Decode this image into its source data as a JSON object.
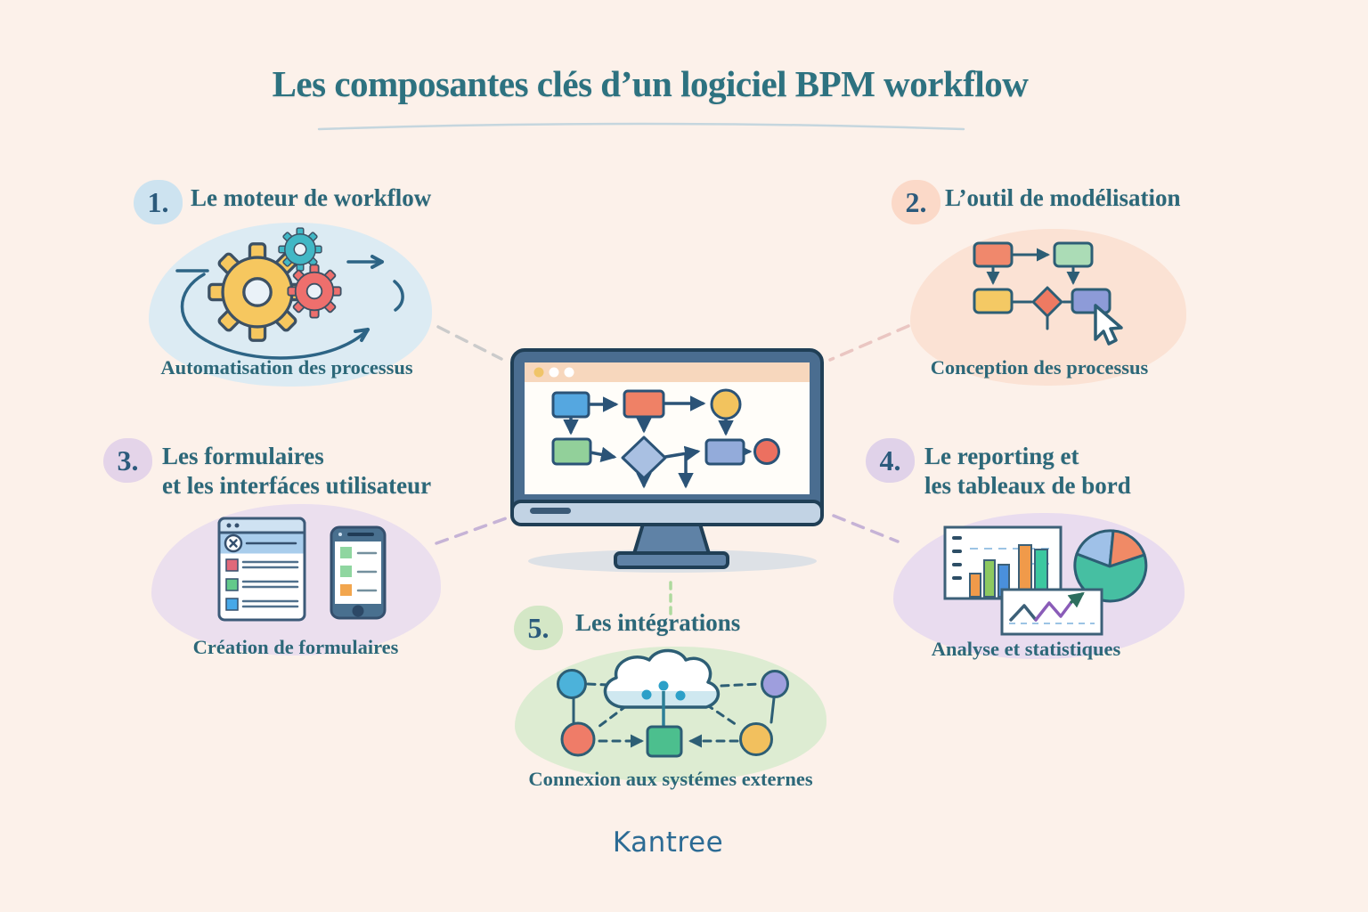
{
  "title": "Les composantes clés d’un logiciel BPM workflow",
  "brand": "Kantree",
  "components": [
    {
      "number": "1.",
      "label": "Le moteur de workflow",
      "caption": "Automatisation des processus",
      "icon": "gears-automation-icon"
    },
    {
      "number": "2.",
      "label": "L’outil de modélisation",
      "caption": "Conception des processus",
      "icon": "flowchart-cursor-icon"
    },
    {
      "number": "3.",
      "label": "Les formulaires\net les interfáces utilisateur",
      "caption": "Création de formulaires",
      "icon": "form-devices-icon"
    },
    {
      "number": "4.",
      "label": "Le reporting et\nles tableaux de bord",
      "caption": "Analyse et statistiques",
      "icon": "charts-dashboard-icon"
    },
    {
      "number": "5.",
      "label": "Les intégrations",
      "caption": "Connexion aux systémes externes",
      "icon": "cloud-integrations-icon"
    }
  ],
  "center_illustration": "monitor-with-bpm-flowchart",
  "colors": {
    "background": "#fcf1ea",
    "title_text": "#2d7280",
    "heading_text": "#2c6879",
    "number_text": "#2b5a7c",
    "caption_text": "#2c6879",
    "brand_text": "#2c6b94",
    "blob_1": "#dcebf3",
    "blob_2": "#fbe2d4",
    "blob_3": "#ebdfee",
    "blob_4": "#e9dcef",
    "blob_5": "#ddecd2",
    "badge_1": "#cde3f0",
    "badge_2": "#fbd9c8",
    "badge_3": "#e4d4e9",
    "badge_4": "#e0d2e9",
    "badge_5": "#d4e7c6",
    "connector_1": "#cbcbcb",
    "connector_2": "#eac6c2",
    "connector_3": "#c6b3d6",
    "connector_4": "#c6b3d6",
    "connector_5": "#aeda9e",
    "outline_navy": "#2d5e75"
  }
}
